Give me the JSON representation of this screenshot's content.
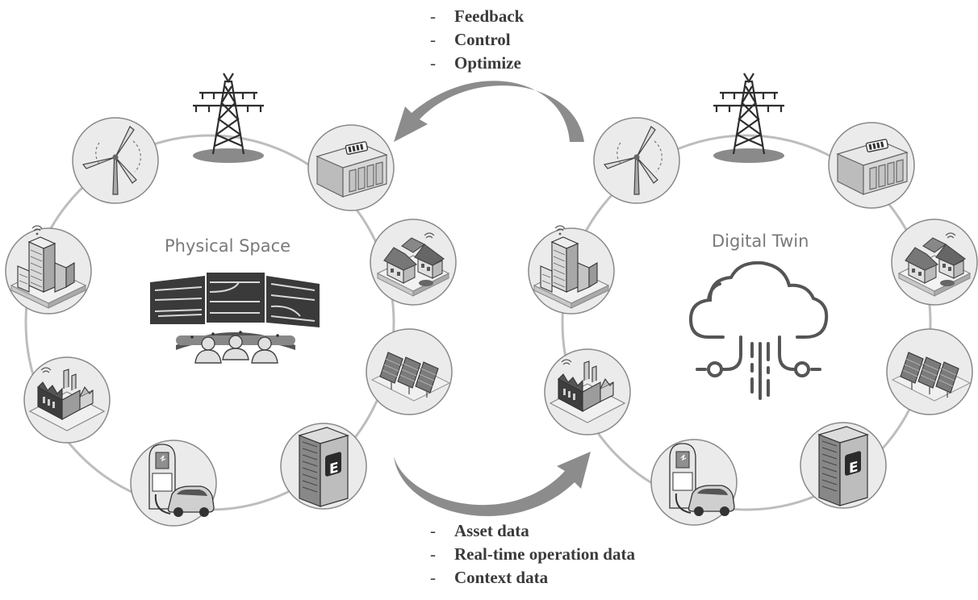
{
  "top_labels": [
    "Feedback",
    "Control",
    "Optimize"
  ],
  "bottom_labels": [
    "Asset data",
    "Real-time operation data",
    "Context data"
  ],
  "physical_space": {
    "title": "Physical Space",
    "nodes": [
      "transmission-tower",
      "battery-storage",
      "houses",
      "solar-panels",
      "energy-cabinet",
      "ev-charger",
      "factory",
      "smart-building",
      "wind-turbine"
    ]
  },
  "digital_twin": {
    "title": "Digital Twin",
    "nodes": [
      "transmission-tower",
      "battery-storage",
      "houses",
      "solar-panels",
      "energy-cabinet",
      "ev-charger",
      "factory",
      "smart-building",
      "wind-turbine"
    ]
  },
  "colors": {
    "ring": "#bdbdbd",
    "node_fill": "#ebebeb",
    "arrow": "#8c8c8c",
    "text": "#3a3a3a",
    "title": "#7a7a7a"
  }
}
